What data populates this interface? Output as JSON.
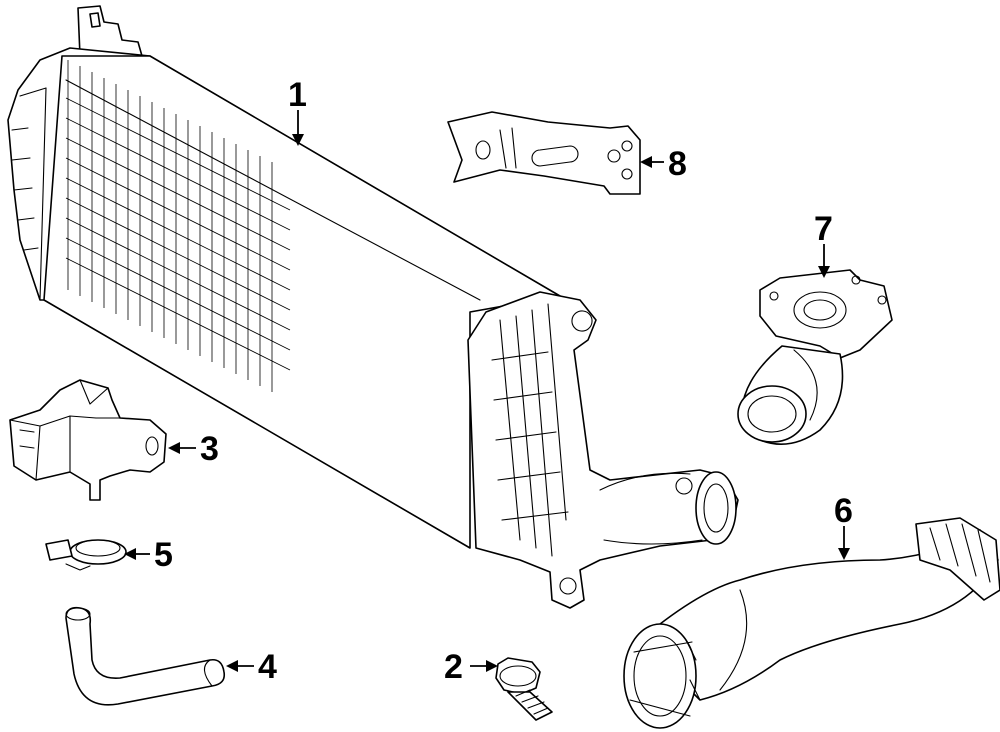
{
  "callouts": {
    "p1": "1",
    "p2": "2",
    "p3": "3",
    "p4": "4",
    "p5": "5",
    "p6": "6",
    "p7": "7",
    "p8": "8"
  },
  "colors": {
    "line": "#000000",
    "background": "#ffffff"
  }
}
